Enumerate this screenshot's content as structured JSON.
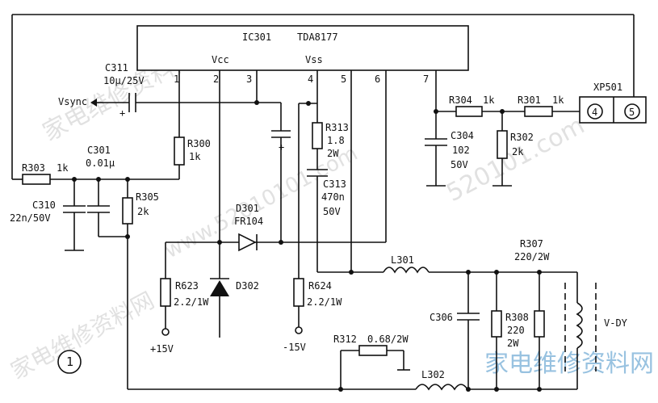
{
  "ic": {
    "ref": "IC301",
    "part": "TDA8177",
    "pin_vcc": "Vcc",
    "pin_vss": "Vss",
    "pins": [
      "1",
      "2",
      "3",
      "4",
      "5",
      "6",
      "7"
    ]
  },
  "labels": {
    "c311": "C311",
    "c311_val": "10μ/25V",
    "vsync": "Vsync",
    "r303": "R303",
    "r303_val": "1k",
    "c301": "C301",
    "c301_val": "0.01μ",
    "r300": "R300",
    "r300_val": "1k",
    "c310": "C310",
    "c310_val": "22n/50V",
    "r305": "R305",
    "r305_val": "2k",
    "d301": "D301",
    "d301_val": "FR104",
    "r313": "R313",
    "r313_val1": "1.8",
    "r313_val2": "2W",
    "c313": "C313",
    "c313_val1": "470n",
    "c313_val2": "50V",
    "r304": "R304",
    "r304_val": "1k",
    "r301": "R301",
    "r301_val": "1k",
    "xp501": "XP501",
    "pin4": "4",
    "pin5": "5",
    "c304": "C304",
    "c304_val1": "102",
    "c304_val2": "50V",
    "r302": "R302",
    "r302_val": "2k",
    "r307": "R307",
    "r307_val": "220/2W",
    "l301": "L301",
    "r623": "R623",
    "r623_val": "2.2/1W",
    "d302": "D302",
    "r624": "R624",
    "r624_val": "2.2/1W",
    "plus15": "+15V",
    "minus15": "-15V",
    "c306": "C306",
    "r308": "R308",
    "r308_val1": "220",
    "r308_val2": "2W",
    "vdy": "V-DY",
    "r312": "R312",
    "r312_val": "0.68/2W",
    "l302": "L302",
    "plus": "+",
    "circle_num": "1"
  },
  "watermarks": [
    "家电维修资料网",
    "www.52010101.com",
    "家电维修资料网",
    "520101.com"
  ]
}
